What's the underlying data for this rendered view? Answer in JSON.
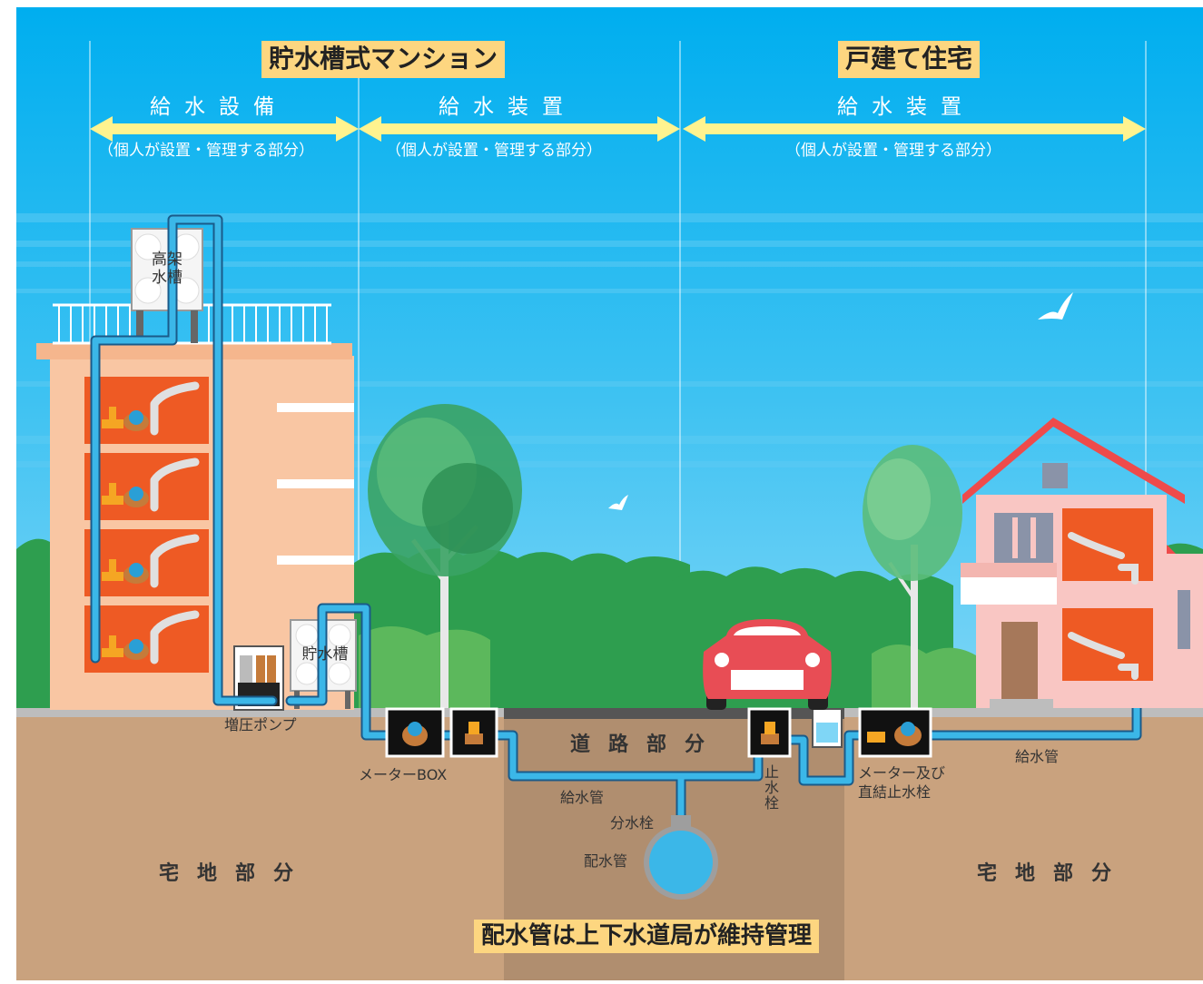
{
  "titles": {
    "mansion": "貯水槽式マンション",
    "house": "戸建て住宅"
  },
  "sections": {
    "supply_equipment": "給水設備",
    "supply_device_left": "給水装置",
    "supply_device_right": "給水装置",
    "note_1": "（個人が設置・管理する部分）",
    "note_2": "（個人が設置・管理する部分）",
    "note_3": "（個人が設置・管理する部分）"
  },
  "labels": {
    "elevated_tank": "高架水槽",
    "storage_tank": "貯水槽",
    "booster_pump": "増圧ポンプ",
    "meter_box": "メーターBOX",
    "road_part": "道路部分",
    "supply_pipe_left": "給水管",
    "supply_pipe_right": "給水管",
    "branch_valve": "分水栓",
    "distribution_pipe": "配水管",
    "stop_valve": "止水栓",
    "meter_and_valve_1": "メーター及び",
    "meter_and_valve_2": "直結止水栓",
    "residential_left": "宅地部分",
    "residential_right": "宅地部分"
  },
  "footer": "配水管は上下水道局が維持管理",
  "colors": {
    "sky": "#00aeef",
    "ground": "#c9a27e",
    "road_ground": "#b08e6f",
    "pipe": "#3bb7e8",
    "pipe_outline": "#1a5b8a",
    "highlight": "#fdd680",
    "arrow": "#fff38f",
    "building": "#f9c6a3",
    "unit": "#ee5a24"
  }
}
